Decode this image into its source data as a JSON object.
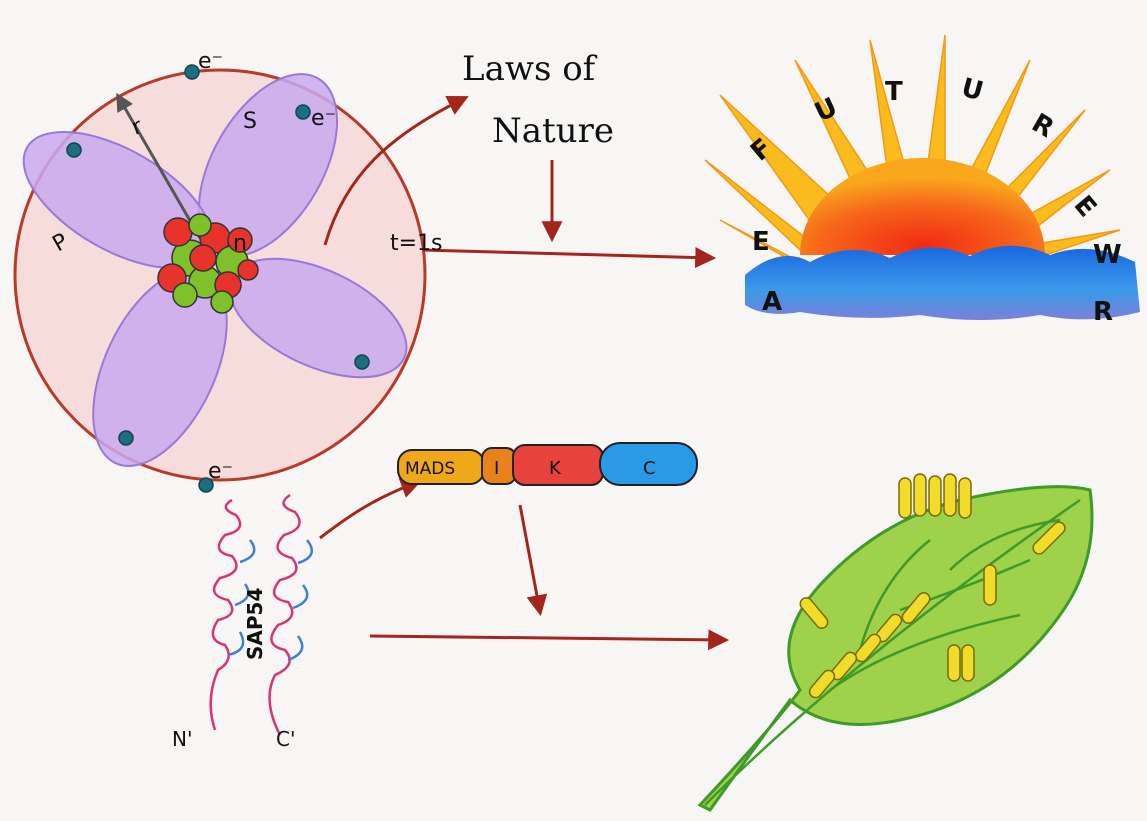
{
  "laws_title": [
    "Laws of",
    "Nature"
  ],
  "atom": {
    "electron_label": "e⁻",
    "radius_label": "r",
    "s_orbital_label": "S",
    "p_orbital_label": "P",
    "nucleus_label": "n",
    "time_label": "t=1s"
  },
  "sunset_letters": [
    "F",
    "U",
    "T",
    "U",
    "R",
    "E",
    "W",
    "E",
    "A",
    "R"
  ],
  "protein": {
    "domains": [
      "MADS",
      "I",
      "K",
      "C"
    ],
    "name": "SAP54",
    "n_terminus": "N'",
    "c_terminus": "C'"
  },
  "colors": {
    "arrow": "#a3261d",
    "circle": "#b83a28",
    "orbital": "#b592e0",
    "sun": "#f3541a",
    "sea": "#2f7be0"
  }
}
